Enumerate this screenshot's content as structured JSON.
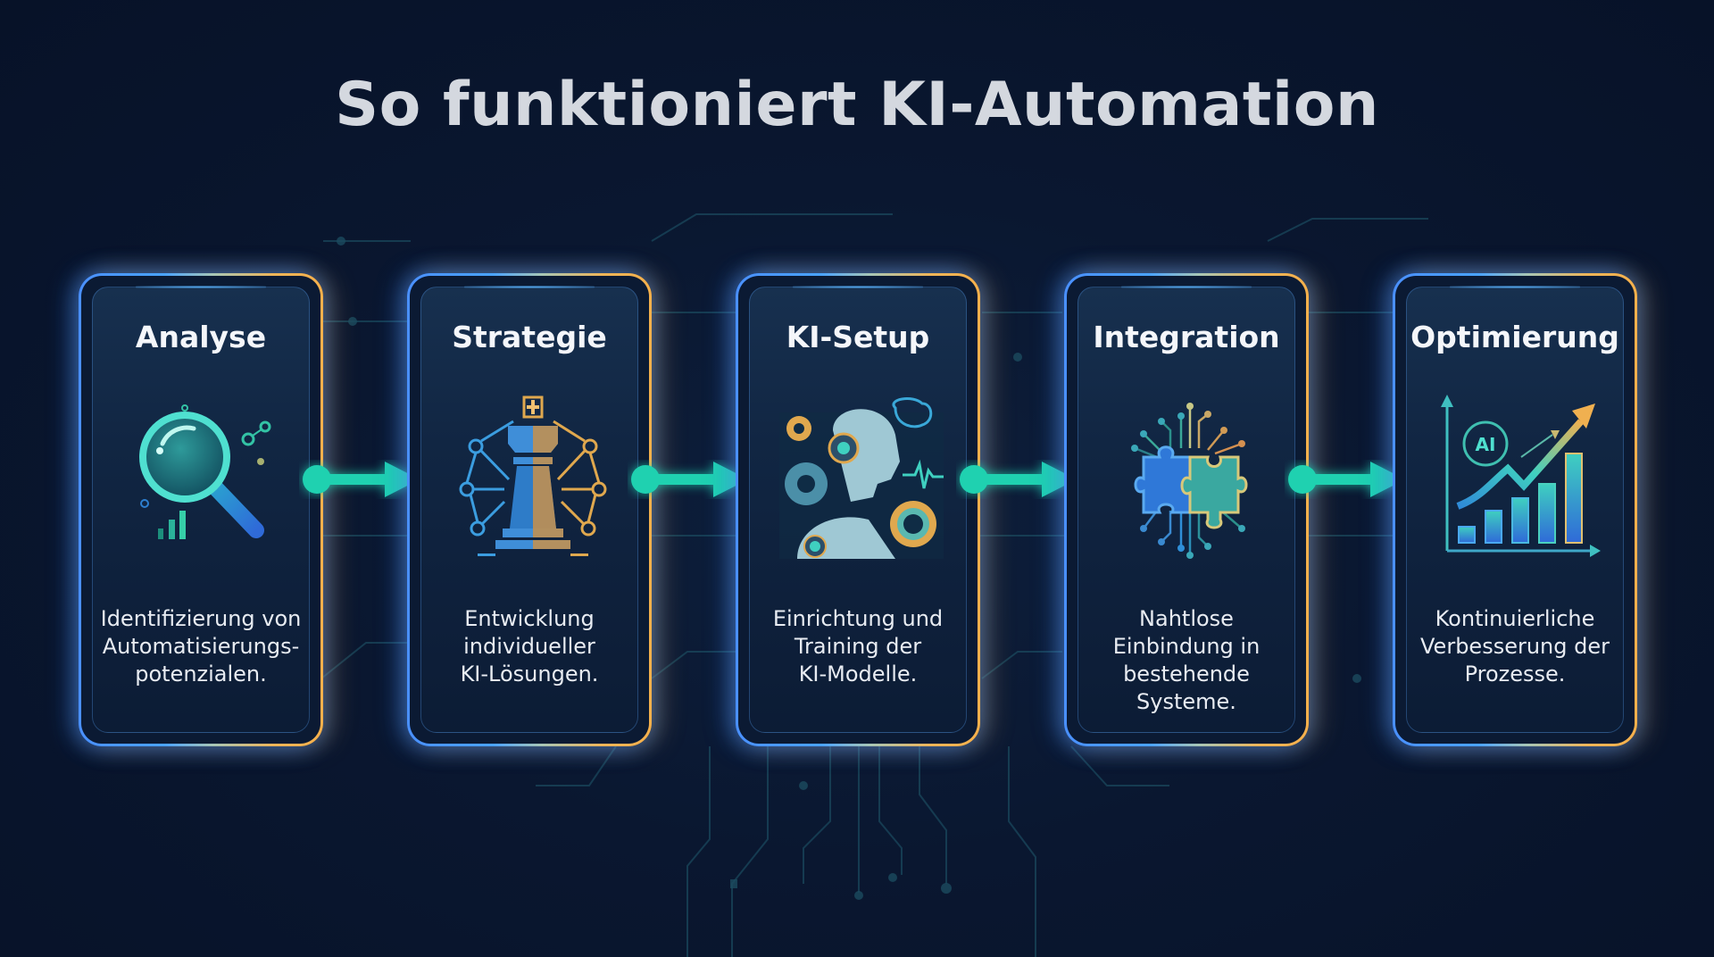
{
  "title": "So funktioniert KI-Automation",
  "colors": {
    "background": "#0a1730",
    "accent_teal": "#1fd1b0",
    "border_blue": "#4a90ff",
    "border_gold": "#f5b04c",
    "title_text": "#d4d8df"
  },
  "steps": [
    {
      "title": "Analyse",
      "icon": "magnifying-glass-icon",
      "description": "Identifizierung von\nAutomatisierungs-\npotenzialen."
    },
    {
      "title": "Strategie",
      "icon": "chess-king-network-icon",
      "description": "Entwicklung\nindividueller\nKI-Lösungen."
    },
    {
      "title": "KI-Setup",
      "icon": "robot-gears-icon",
      "description": "Einrichtung und\nTraining der\nKI-Modelle."
    },
    {
      "title": "Integration",
      "icon": "puzzle-circuit-icon",
      "description": "Nahtlose\nEinbindung in\nbestehende\nSysteme."
    },
    {
      "title": "Optimierung",
      "icon": "growth-chart-ai-icon",
      "description": "Kontinuierliche\nVerbesserung der\nProzesse.",
      "icon_label": "AI"
    }
  ],
  "connectors": [
    "arrow",
    "arrow",
    "arrow",
    "arrow"
  ]
}
